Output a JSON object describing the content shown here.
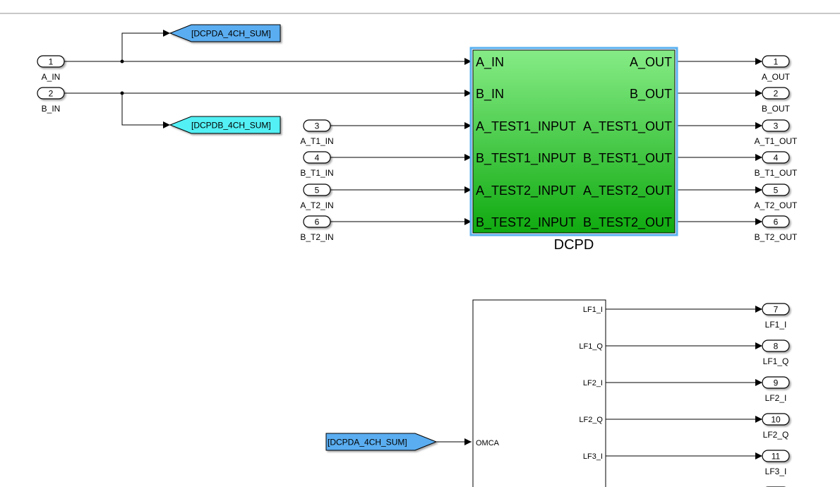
{
  "inports": [
    {
      "number": "1",
      "name": "A_IN"
    },
    {
      "number": "2",
      "name": "B_IN"
    },
    {
      "number": "3",
      "name": "A_T1_IN"
    },
    {
      "number": "4",
      "name": "B_T1_IN"
    },
    {
      "number": "5",
      "name": "A_T2_IN"
    },
    {
      "number": "6",
      "name": "B_T2_IN"
    }
  ],
  "goto_tags": [
    {
      "label": "[DCPDA_4CH_SUM]",
      "color": "#5aadf0"
    },
    {
      "label": "[DCPDB_4CH_SUM]",
      "color": "#52f0f5"
    }
  ],
  "from_tag": {
    "label": "[DCPDA_4CH_SUM]",
    "color": "#5aadf0"
  },
  "dcpd": {
    "name": "DCPD",
    "inputs": [
      "A_IN",
      "B_IN",
      "A_TEST1_INPUT",
      "B_TEST1_INPUT",
      "A_TEST2_INPUT",
      "B_TEST2_INPUT"
    ],
    "outputs": [
      "A_OUT",
      "B_OUT",
      "A_TEST1_OUT",
      "B_TEST1_OUT",
      "A_TEST2_OUT",
      "B_TEST2_OUT"
    ],
    "fill_top": "#86ec86",
    "fill_bottom": "#10aa10",
    "selection_color": "#5ab0f0"
  },
  "omca": {
    "inputs": [
      "OMCA"
    ],
    "outputs": [
      "LF1_I",
      "LF1_Q",
      "LF2_I",
      "LF2_Q",
      "LF3_I"
    ]
  },
  "outports": [
    {
      "number": "1",
      "name": "A_OUT"
    },
    {
      "number": "2",
      "name": "B_OUT"
    },
    {
      "number": "3",
      "name": "A_T1_OUT"
    },
    {
      "number": "4",
      "name": "B_T1_OUT"
    },
    {
      "number": "5",
      "name": "A_T2_OUT"
    },
    {
      "number": "6",
      "name": "B_T2_OUT"
    },
    {
      "number": "7",
      "name": "LF1_I"
    },
    {
      "number": "8",
      "name": "LF1_Q"
    },
    {
      "number": "9",
      "name": "LF2_I"
    },
    {
      "number": "10",
      "name": "LF2_Q"
    },
    {
      "number": "11",
      "name": "LF3_I"
    },
    {
      "number": "",
      "name": ""
    }
  ]
}
